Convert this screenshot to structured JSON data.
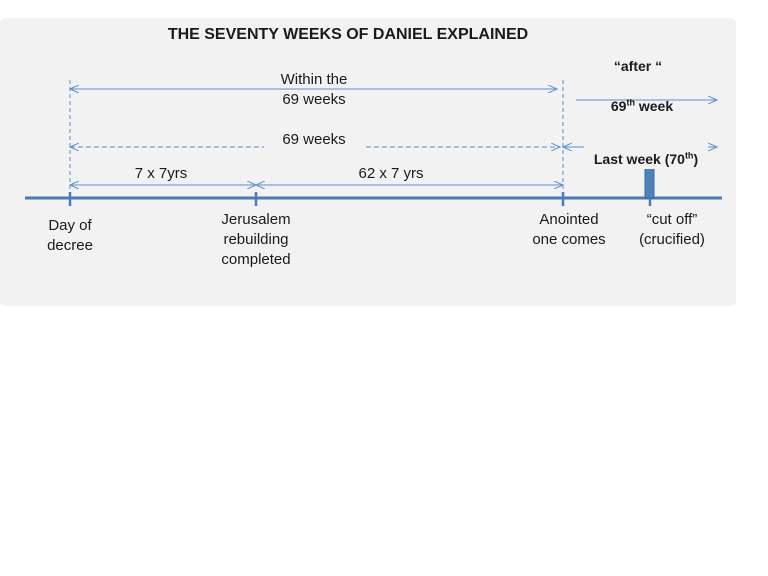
{
  "title": "THE SEVENTY WEEKS OF DANIEL EXPLAINED",
  "spans": {
    "within": "Within the\n69 weeks",
    "sixty_nine": "69 weeks",
    "seven_sevens": "7 x 7yrs",
    "sixty_two": "62 x 7 yrs",
    "after_line1": "“after “",
    "after_num": "69",
    "after_sup": "th",
    "after_word": " week",
    "last_week_pre": "Last week (70",
    "last_week_sup": "th",
    "last_week_post": ")"
  },
  "timeline_points": [
    {
      "label": "Day of\ndecree"
    },
    {
      "label": "Jerusalem\nrebuilding\ncompleted"
    },
    {
      "label": "Anointed\none comes"
    },
    {
      "label": "“cut off”\n(crucified)"
    }
  ],
  "colors": {
    "timeline": "#4a7ab8",
    "arrows": "#5b8fd6",
    "cross": "#4f81bd",
    "panel": "#f2f2f2"
  },
  "icons": {
    "cross": "cross-icon"
  }
}
